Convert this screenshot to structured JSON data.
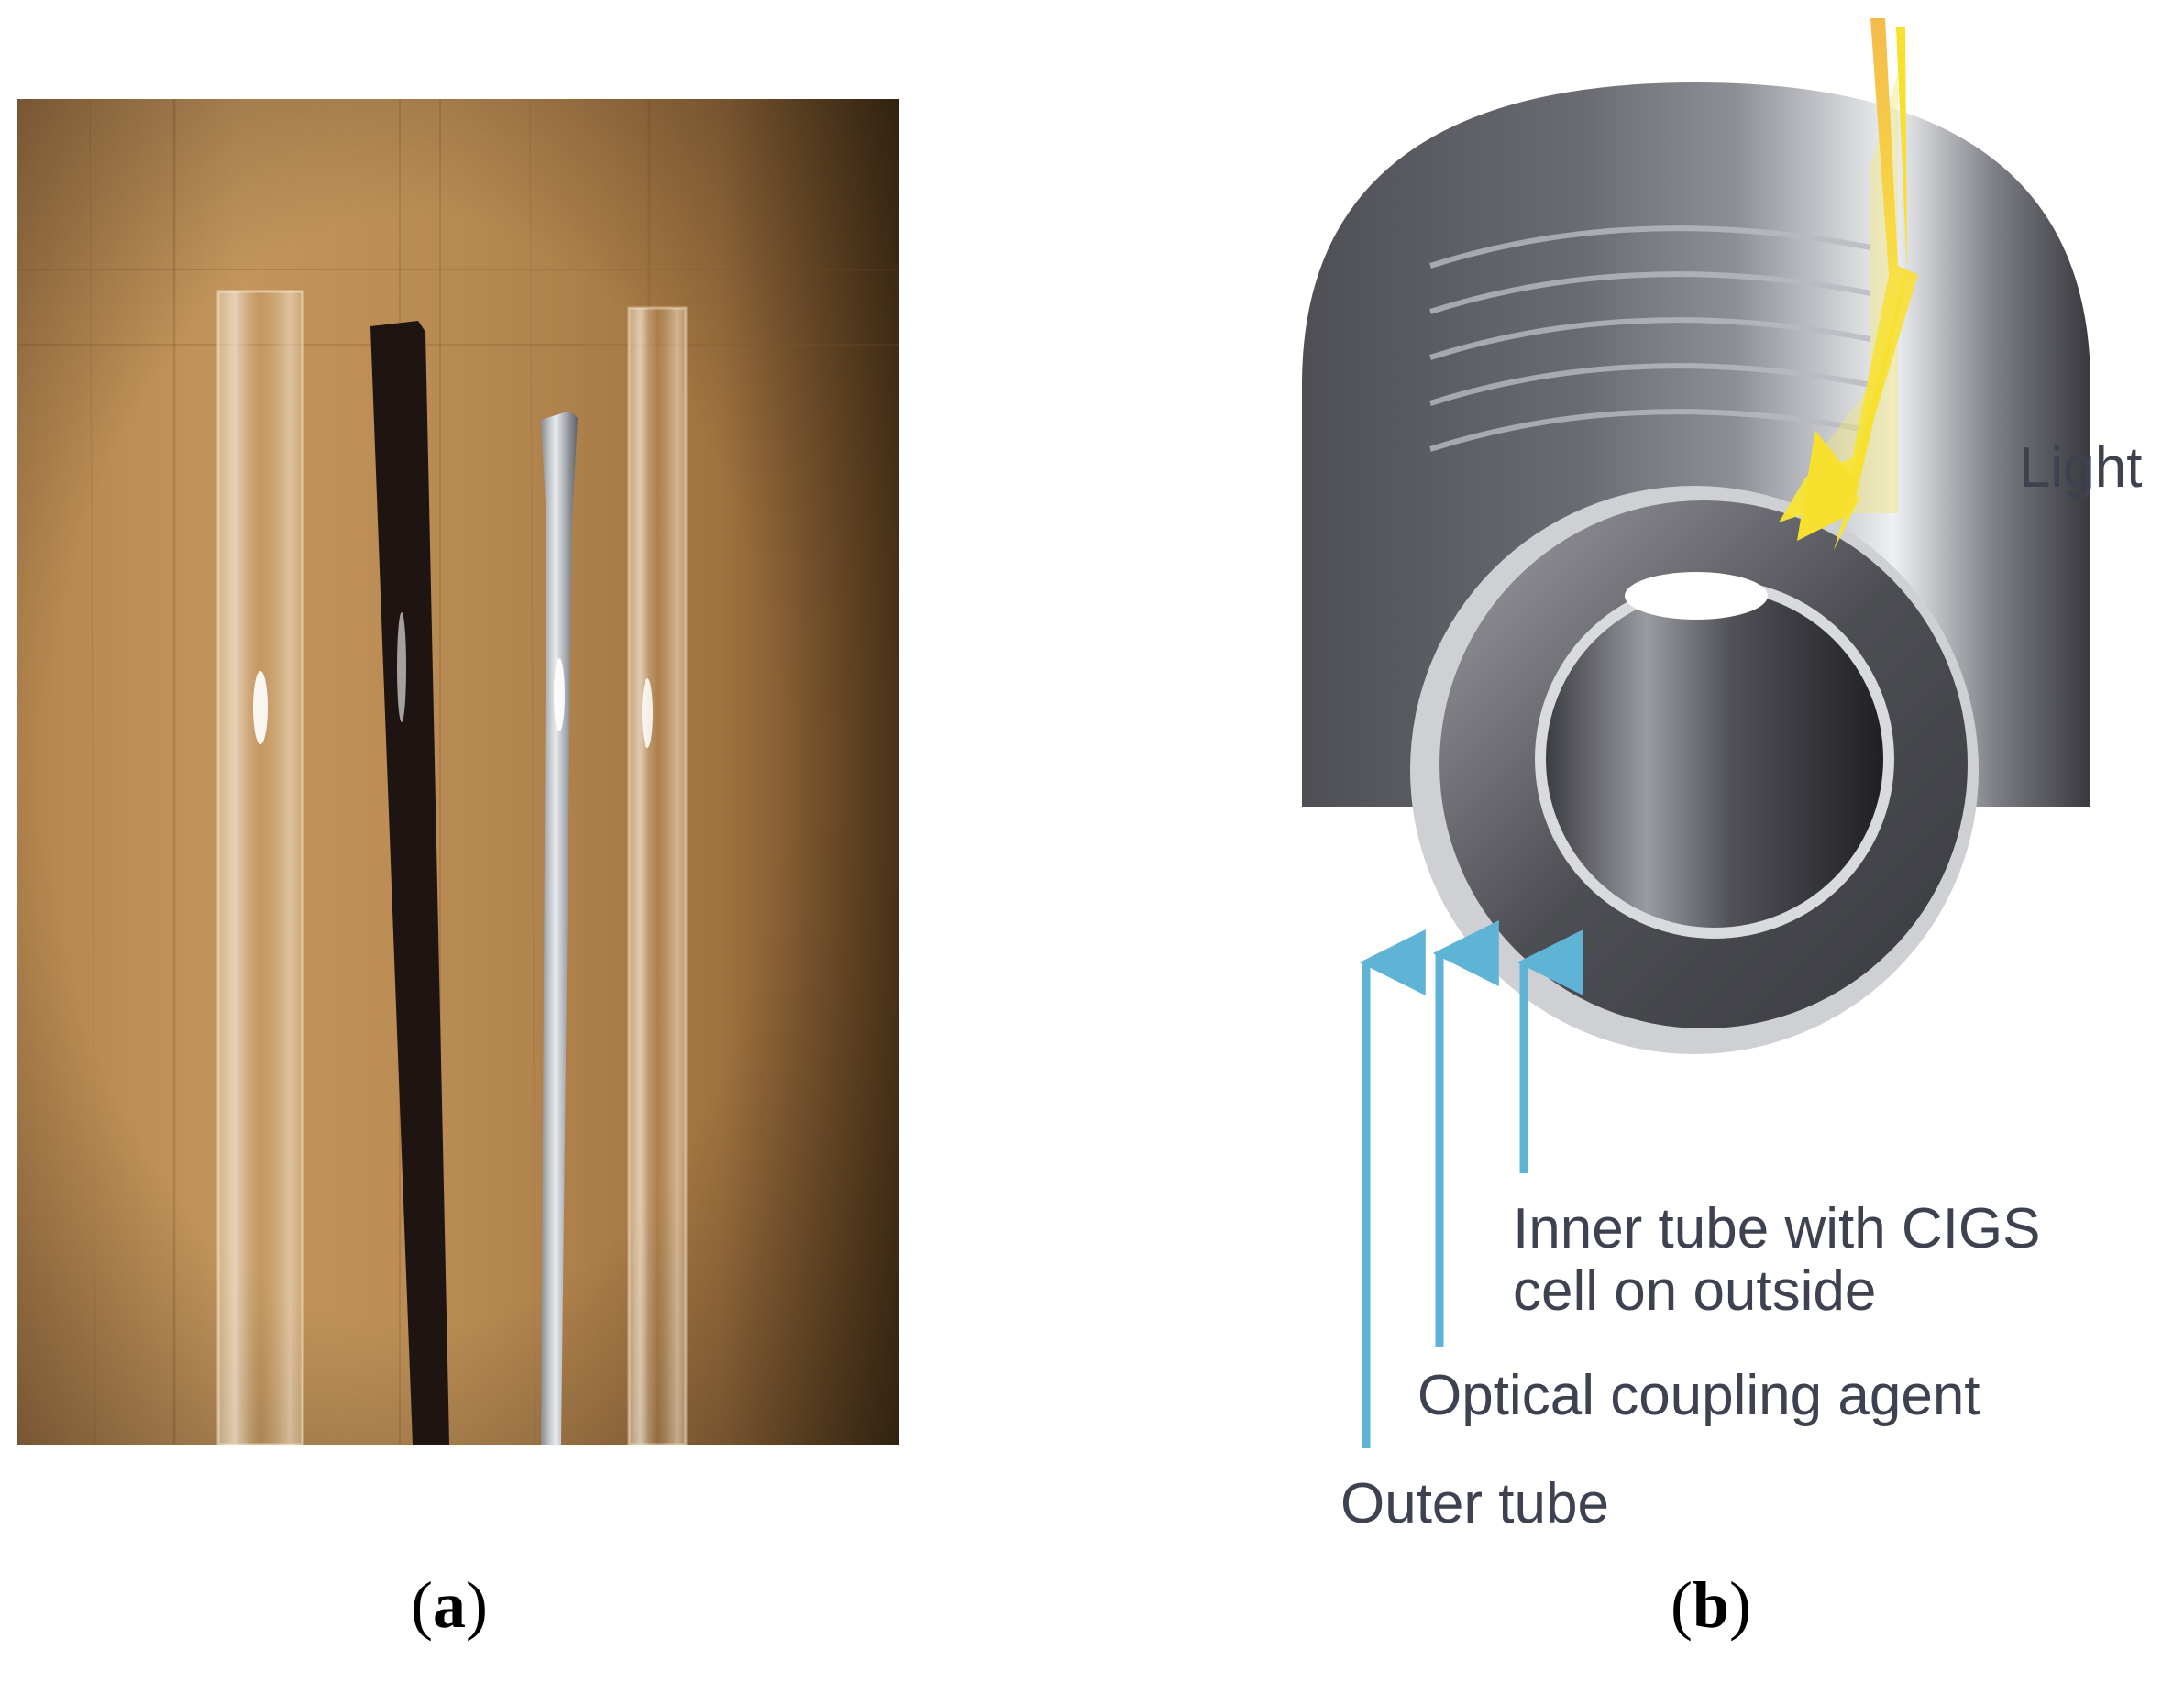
{
  "panels": [
    {
      "id": "a",
      "letter": "a"
    },
    {
      "id": "b",
      "letter": "b"
    }
  ],
  "diagram": {
    "labels": {
      "light": "Light",
      "inner_tube": "Inner tube with CIGS",
      "inner_tube_line2": "cell on outside",
      "coupling_agent": "Optical coupling agent",
      "outer_tube": "Outer tube"
    }
  },
  "colors": {
    "wood": "#b3834e",
    "tube_dark": "#2a2a2e",
    "tube_grey": "#6e6f75",
    "light_beam": "#f5e63a",
    "arrow_blue": "#5fb4d6",
    "label_text": "#3d4150"
  }
}
